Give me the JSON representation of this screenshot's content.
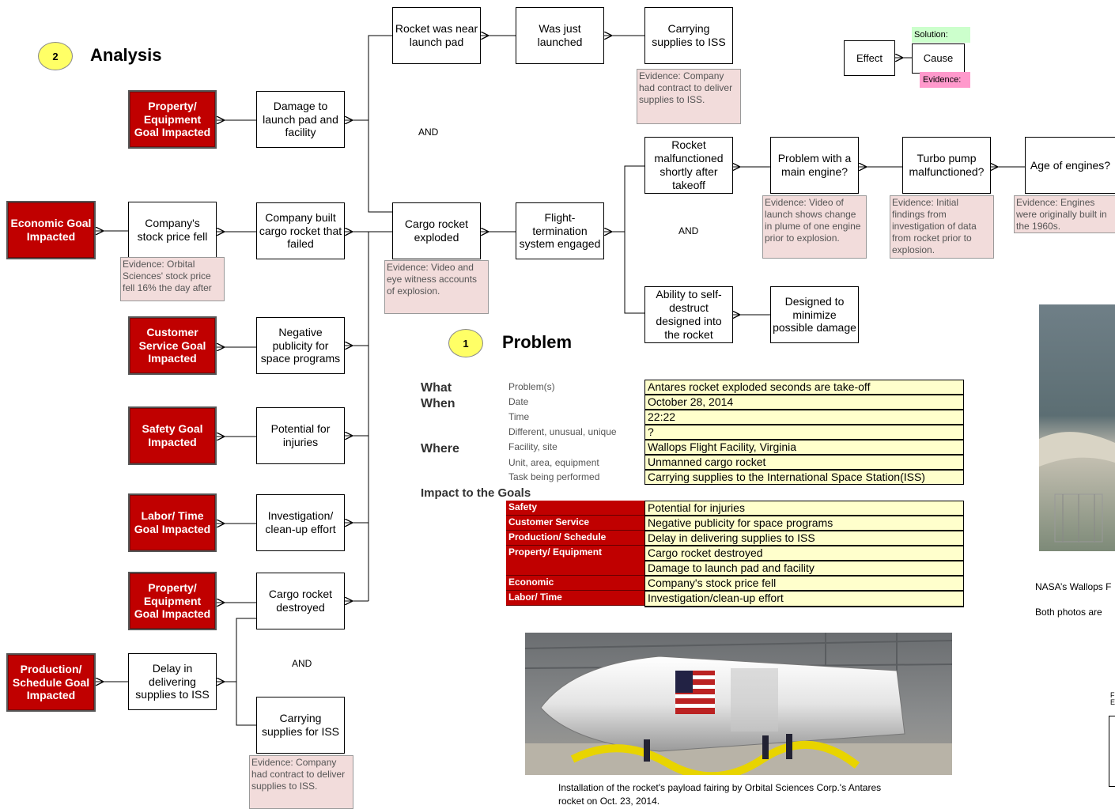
{
  "legend": {
    "effect": "Effect",
    "cause": "Cause",
    "solution": "Solution:",
    "evidence": "Evidence:"
  },
  "analysis": {
    "number": "2",
    "title": "Analysis"
  },
  "problem": {
    "number": "1",
    "title": "Problem"
  },
  "boxes": {
    "rocket_near_pad": "Rocket was near launch pad",
    "just_launched": "Was just launched",
    "carrying_iss_top": "Carrying supplies to ISS",
    "damage_pad": "Damage to launch pad and facility",
    "cargo_exploded": "Cargo rocket exploded",
    "flight_term": "Flight-termination system engaged",
    "rocket_malf": "Rocket malfunctioned shortly after takeoff",
    "main_engine": "Problem with a main engine?",
    "turbo_pump": "Turbo pump malfunctioned?",
    "age_engines": "Age of engines?",
    "self_destruct": "Ability to self-destruct designed into the rocket",
    "minimize_damage": "Designed to minimize possible damage",
    "stock_price": "Company's stock price fell",
    "company_built": "Company built cargo rocket that failed",
    "neg_publicity": "Negative publicity for space programs",
    "potential_inj": "Potential for injuries",
    "investigation": "Investigation/ clean-up effort",
    "cargo_destroyed": "Cargo rocket destroyed",
    "delay": "Delay in delivering supplies to ISS",
    "carrying_iss_bottom": "Carrying supplies for ISS"
  },
  "goals": {
    "property1": "Property/ Equipment Goal Impacted",
    "economic": "Economic Goal Impacted",
    "customer": "Customer Service Goal Impacted",
    "safety": "Safety Goal Impacted",
    "labor": "Labor/ Time Goal Impacted",
    "property2": "Property/ Equipment Goal Impacted",
    "production": "Production/ Schedule Goal Impacted"
  },
  "evidence": {
    "contract_top": "Evidence:  Company had contract to deliver supplies to ISS.",
    "video_eye": "Evidence:  Video and eye witness accounts of explosion.",
    "video_plume": "Evidence: Video of launch shows change in plume of one engine prior to explosion.",
    "initial_findings": "Evidence: Initial findings from investigation of data from rocket prior to explosion.",
    "engines_60s": "Evidence: Engines were originally built in the 1960s.",
    "stock_16": "Evidence:  Orbital Sciences' stock price fell 16%  the day after",
    "contract_bottom": "Evidence:  Company had contract to deliver supplies to ISS."
  },
  "and_labels": {
    "a1": "AND",
    "a2": "AND",
    "a3": "AND"
  },
  "problem_table": {
    "what": "What",
    "when": "When",
    "where": "Where",
    "sub": {
      "problems": "Problem(s)",
      "date": "Date",
      "time": "Time",
      "different": "Different, unusual, unique",
      "facility": "Facility, site",
      "unit": "Unit, area, equipment",
      "task": "Task being performed"
    },
    "values": {
      "problem": "Antares rocket exploded seconds are take-off",
      "date": "October 28, 2014",
      "time": "22:22",
      "different": "?",
      "facility": "Wallops Flight Facility, Virginia",
      "unit": "Unmanned cargo rocket",
      "task": "Carrying supplies to the International Space Station(ISS)"
    },
    "impact_heading": "Impact to the Goals",
    "impacts": [
      {
        "goal": "Safety",
        "text": "Potential for injuries"
      },
      {
        "goal": "Customer Service",
        "text": "Negative publicity for space programs"
      },
      {
        "goal": "Production/ Schedule",
        "text": "Delay in delivering supplies to ISS"
      },
      {
        "goal": "Property/ Equipment",
        "text": "Cargo rocket destroyed"
      },
      {
        "goal": "",
        "text": "Damage to launch pad and facility"
      },
      {
        "goal": "Economic",
        "text": "Company's stock price fell"
      },
      {
        "goal": "Labor/ Time",
        "text": "Investigation/clean-up effort"
      }
    ]
  },
  "captions": {
    "fairing": "Installation of the rocket's payload fairing by Orbital Sciences Corp.'s Antares rocket on Oct. 23, 2014.",
    "nasa": "NASA’s Wallops F",
    "both": "Both photos are",
    "fe": "F\nE"
  },
  "colors": {
    "goal_red": "#c00000",
    "evidence_pink": "#f2dcdb",
    "value_yellow": "#ffffcc",
    "badge_yellow": "#ffff66",
    "solution_green": "#ccffcc",
    "evidence_legend": "#ff99cc"
  }
}
